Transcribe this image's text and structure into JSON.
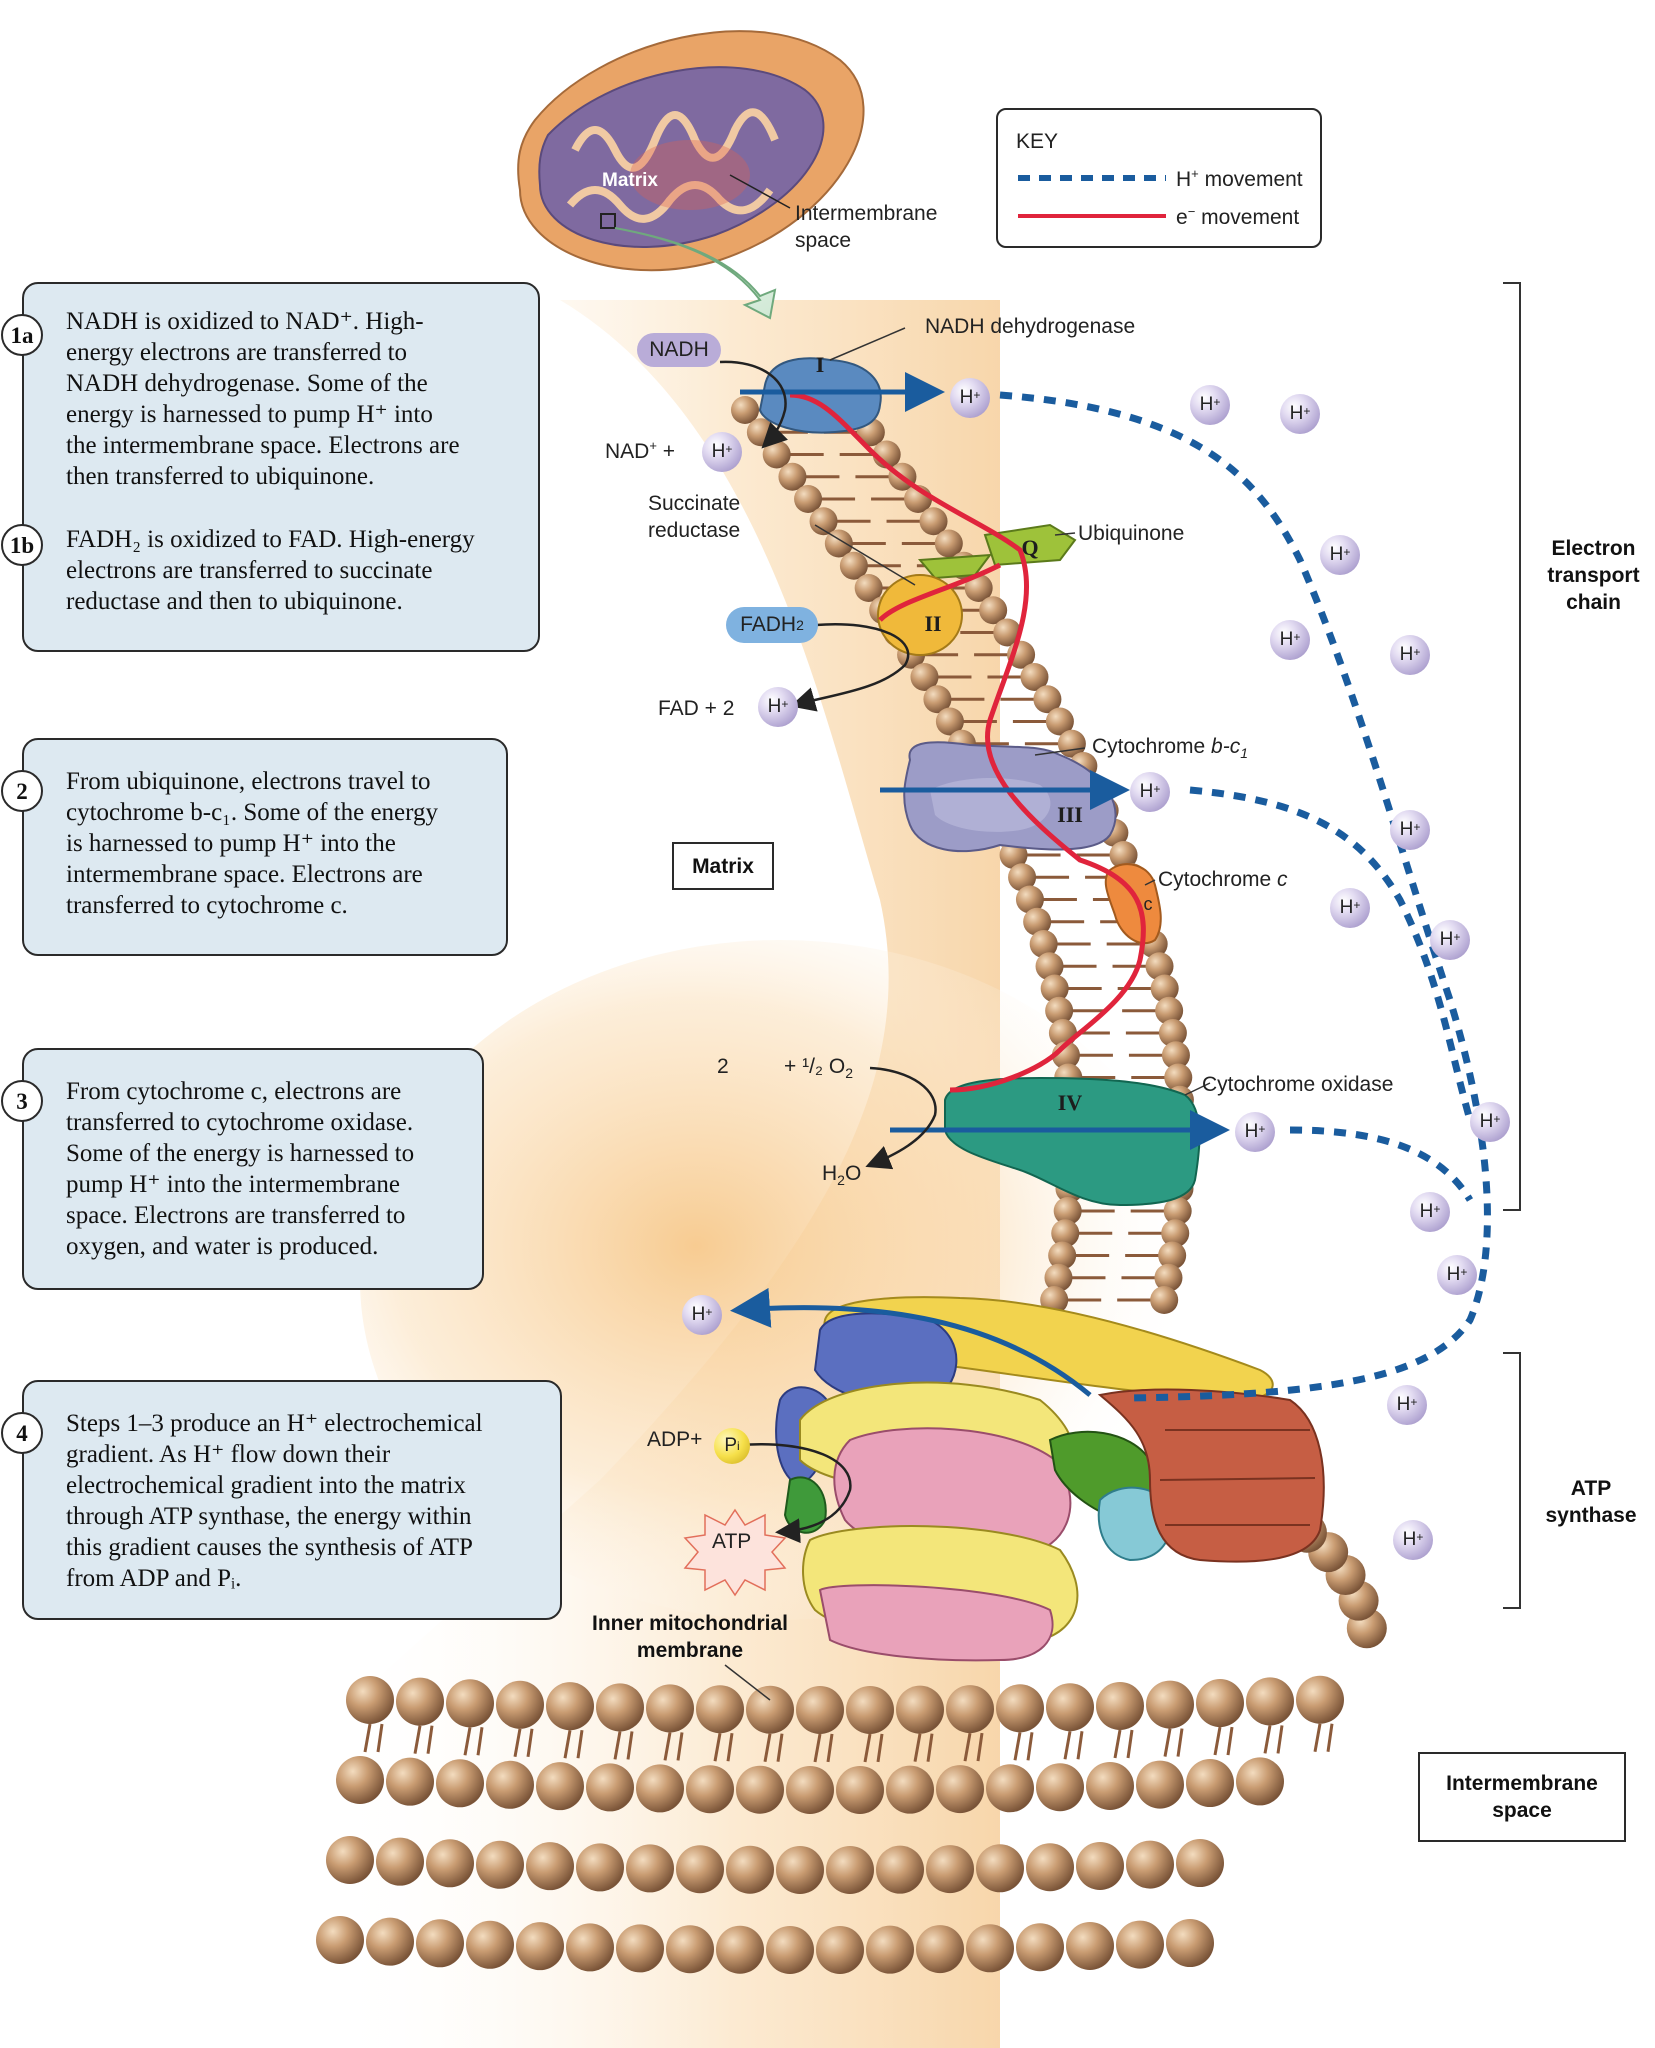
{
  "inset": {
    "matrix_label": "Matrix",
    "intermembrane_label_line1": "Intermembrane",
    "intermembrane_label_line2": "space"
  },
  "key": {
    "title": "KEY",
    "h_movement_prefix": "H",
    "h_movement_sup": "+",
    "h_movement_suffix": " movement",
    "e_movement_prefix": "e",
    "e_movement_sup": "−",
    "e_movement_suffix": " movement",
    "h_color": "#1a5c9e",
    "e_color": "#e0243c"
  },
  "steps": {
    "s1a": {
      "number": "1a",
      "lines": [
        "NADH is oxidized to NAD⁺. High-",
        "energy electrons are transferred to",
        "NADH dehydrogenase. Some of the",
        "energy is harnessed to pump H⁺ into",
        "the intermembrane space. Electrons are",
        "then transferred to ubiquinone."
      ]
    },
    "s1b": {
      "number": "1b",
      "lines": [
        "FADH₂ is oxidized to FAD. High-energy",
        "electrons are transferred to succinate",
        "reductase and then to ubiquinone."
      ]
    },
    "s2": {
      "number": "2",
      "lines": [
        "From ubiquinone, electrons travel to",
        "cytochrome b-c₁. Some of the energy",
        "is harnessed to pump H⁺ into the",
        "intermembrane space. Electrons are",
        "transferred to cytochrome c."
      ]
    },
    "s3": {
      "number": "3",
      "lines": [
        "From cytochrome c, electrons are",
        "transferred to cytochrome oxidase.",
        "Some of the energy is harnessed to",
        "pump H⁺ into the intermembrane",
        "space. Electrons are transferred to",
        "oxygen, and water is produced."
      ]
    },
    "s4": {
      "number": "4",
      "lines": [
        "Steps 1–3 produce an H⁺ electrochemical",
        "gradient. As H⁺ flow down their",
        "electrochemical gradient into the matrix",
        "through ATP synthase, the energy within",
        "this gradient causes the synthesis of ATP",
        "from ADP and Pᵢ."
      ]
    }
  },
  "complexes": {
    "I": "I",
    "II": "II",
    "III": "III",
    "IV": "IV",
    "Q": "Q",
    "c": "c"
  },
  "labels": {
    "nadh_dehydrogenase": "NADH dehydrogenase",
    "ubiquinone": "Ubiquinone",
    "succinate_reductase_line1": "Succinate",
    "succinate_reductase_line2": "reductase",
    "cytochrome_bc1_prefix": "Cytochrome ",
    "cytochrome_bc1_italic": "b-c",
    "cytochrome_bc1_sub": "1",
    "cytochrome_c_prefix": "Cytochrome ",
    "cytochrome_c_italic": "c",
    "cytochrome_oxidase": "Cytochrome oxidase",
    "matrix_box": "Matrix",
    "etc_line1": "Electron",
    "etc_line2": "transport",
    "etc_line3": "chain",
    "atp_synthase_line1": "ATP",
    "atp_synthase_line2": "synthase",
    "inner_membrane_line1": "Inner mitochondrial",
    "inner_membrane_line2": "membrane",
    "intermembrane_box_line1": "Intermembrane",
    "intermembrane_box_line2": "space"
  },
  "reactions": {
    "nadh": "NADH",
    "nad_plus": "NAD",
    "nad_plus_sup": "+",
    "plus_sign": "+",
    "fadh2": "FADH",
    "fadh2_sub": "2",
    "fad_plus_2": "FAD + 2",
    "oxygen_prefix": "2",
    "oxygen_half": "¹/₂ O",
    "oxygen_sub": "2",
    "water": "H",
    "water_sub": "2",
    "water_suffix": "O",
    "adp": "ADP+",
    "pi": "P",
    "pi_sub": "i",
    "atp": "ATP"
  },
  "ion": {
    "symbol": "H",
    "charge": "+"
  }
}
